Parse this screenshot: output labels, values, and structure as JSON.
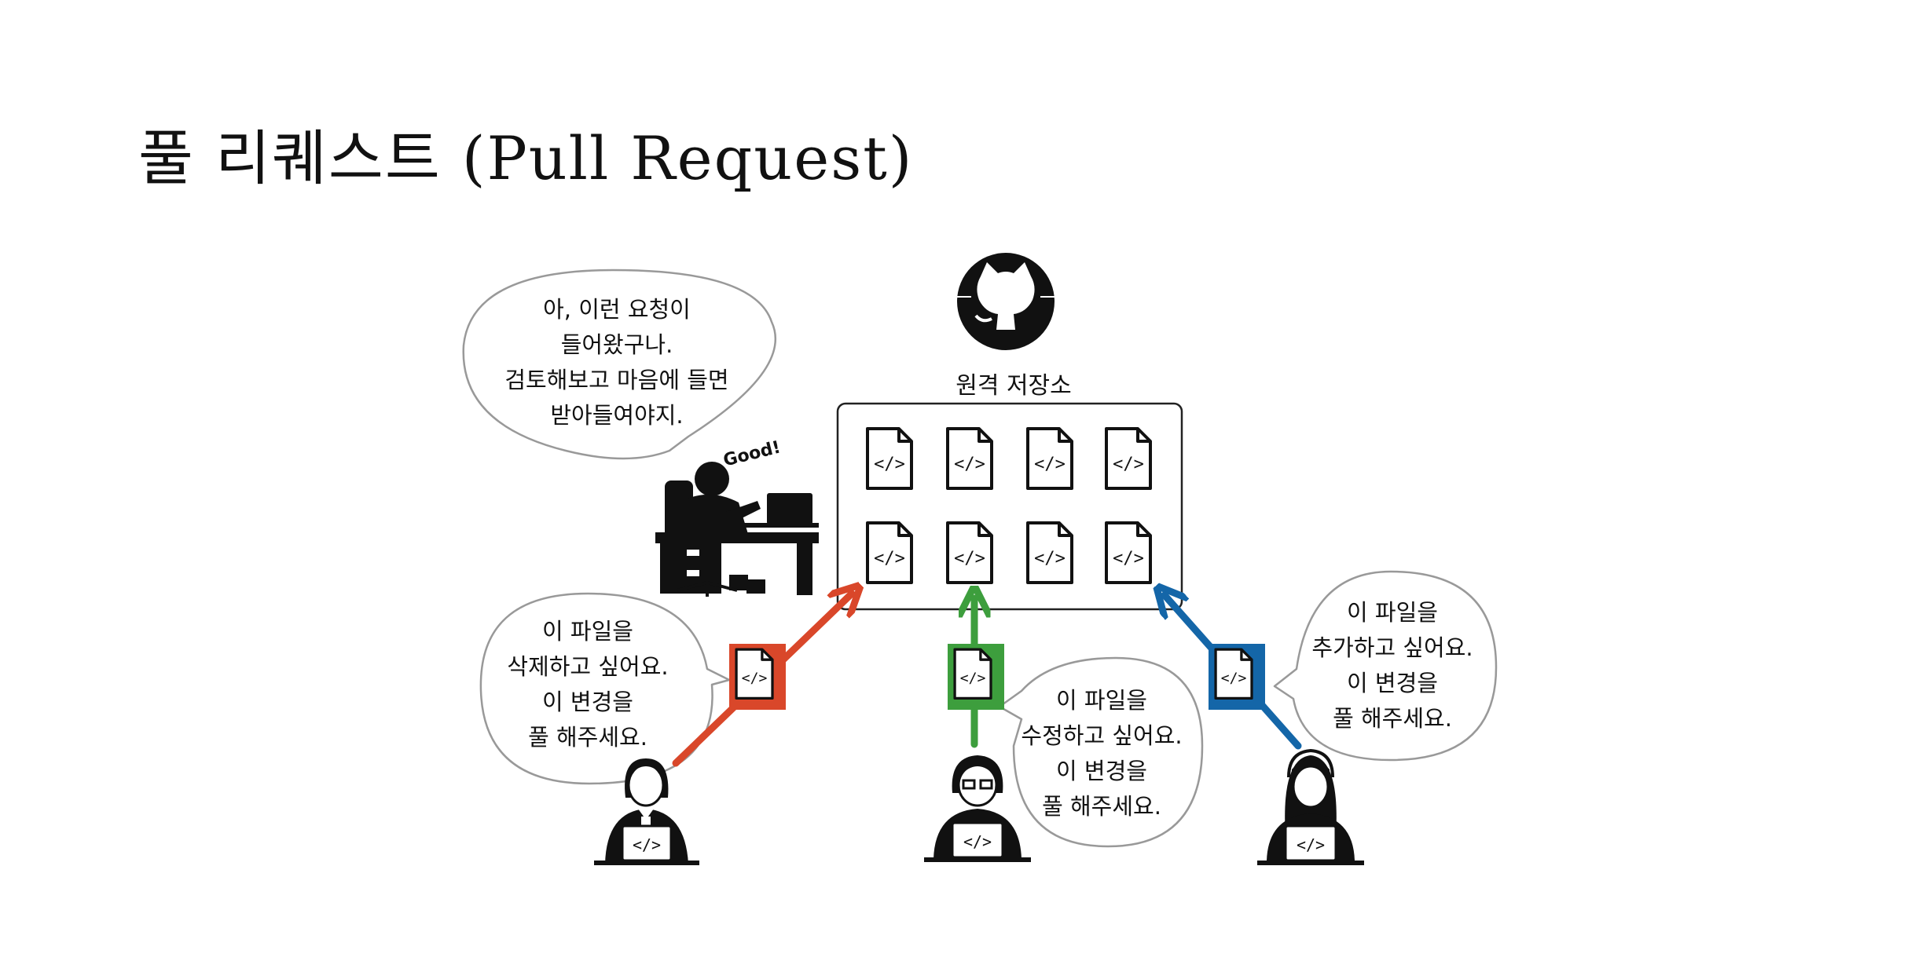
{
  "slide": {
    "title": "풀 리퀘스트 (Pull Request)"
  },
  "repo": {
    "label": "원격 저장소",
    "logo_icon": "github-octocat-icon",
    "file_icon": "code-file-icon",
    "file_count": 8
  },
  "maintainer": {
    "bubble_lines": [
      "아, 이런 요청이",
      "들어왔구나.",
      "검토해보고 마음에 들면",
      "받아들여야지."
    ],
    "exclamation": "Good!",
    "icon": "maintainer-at-desk-icon"
  },
  "contributors": [
    {
      "id": "left",
      "color": "#d9472a",
      "icon": "developer-with-tie-icon",
      "bubble_lines": [
        "이 파일을",
        "삭제하고 싶어요.",
        "이 변경을",
        "풀 해주세요."
      ]
    },
    {
      "id": "center",
      "color": "#3d9e3d",
      "icon": "developer-with-glasses-icon",
      "bubble_lines": [
        "이 파일을",
        "수정하고 싶어요.",
        "이 변경을",
        "풀 해주세요."
      ]
    },
    {
      "id": "right",
      "color": "#1466a8",
      "icon": "developer-with-headset-icon",
      "bubble_lines": [
        "이 파일을",
        "추가하고 싶어요.",
        "이 변경을",
        "풀 해주세요."
      ]
    }
  ]
}
